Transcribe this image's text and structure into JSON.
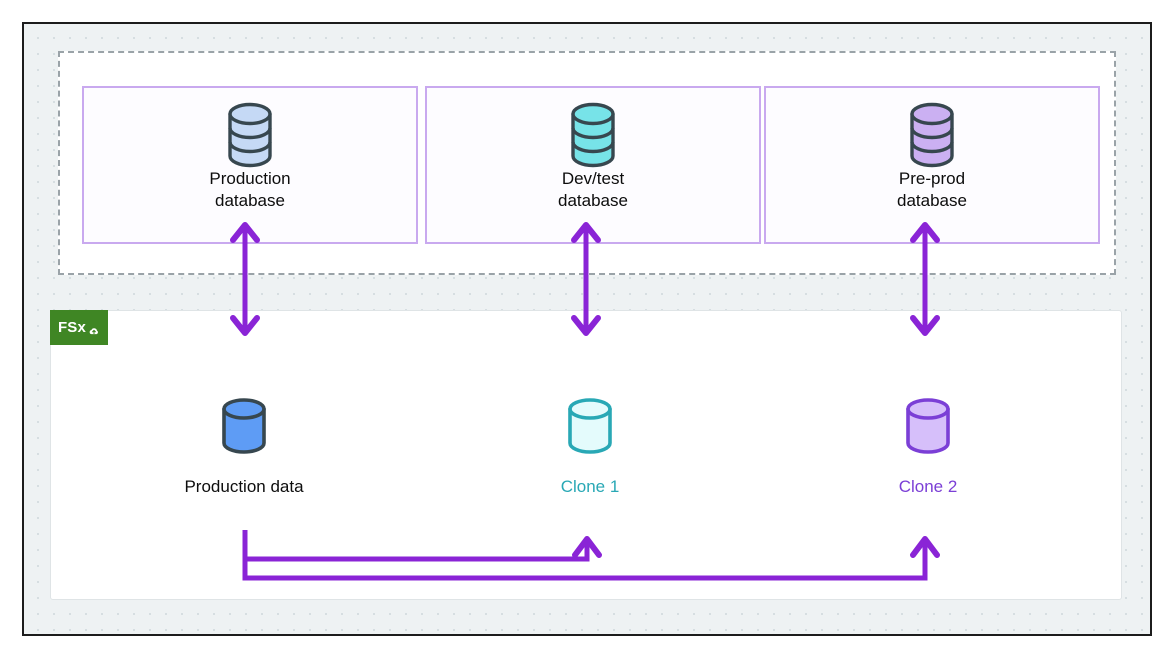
{
  "diagram": {
    "title": "Amazon FSx database cloning architecture",
    "outer_container": {
      "name": "diagram-canvas"
    },
    "dashed_group": {
      "name": "database-layer-group"
    },
    "colors": {
      "accent_purple": "#8A24D6",
      "panel_border_purple": "#c9a9ef",
      "dashed_border": "#9aa3a8",
      "outer_border": "#1c1c1c",
      "canvas_bg": "#eef2f3",
      "fsx_green": "#3f8624",
      "clone1_teal": "#29A8B5",
      "clone2_purple": "#7B3FD6",
      "prod_blue": "#5E9CF5",
      "icon_outline": "#37474F",
      "prod_db_fill": "#C5D9F5",
      "devtest_db_fill": "#77E3E8",
      "preprod_db_fill": "#CBB0F2"
    },
    "fsx_badge": {
      "label": "FSx",
      "icon": "fsx-cloud-mark"
    },
    "databases": [
      {
        "id": "production-database",
        "label": "Production\ndatabase",
        "icon": "database-stack-icon",
        "fill": "#C5D9F5",
        "outline": "#37474F",
        "text_color": "#0d0d0d"
      },
      {
        "id": "devtest-database",
        "label": "Dev/test\ndatabase",
        "icon": "database-stack-icon",
        "fill": "#77E3E8",
        "outline": "#37474F",
        "text_color": "#0d0d0d"
      },
      {
        "id": "preprod-database",
        "label": "Pre-prod\ndatabase",
        "icon": "database-stack-icon",
        "fill": "#CBB0F2",
        "outline": "#37474F",
        "text_color": "#0d0d0d"
      }
    ],
    "storage_volumes": [
      {
        "id": "production-data",
        "label": "Production data",
        "icon": "cylinder-icon",
        "fill": "#5E9CF5",
        "outline": "#37474F",
        "text_color": "#0d0d0d"
      },
      {
        "id": "clone-1",
        "label": "Clone 1",
        "icon": "cylinder-icon",
        "fill": "#E4FBFC",
        "outline": "#29A8B5",
        "text_color": "#29A8B5"
      },
      {
        "id": "clone-2",
        "label": "Clone 2",
        "icon": "cylinder-icon",
        "fill": "#D6BFFA",
        "outline": "#7B3FD6",
        "text_color": "#7B3FD6"
      }
    ],
    "connectors": {
      "vertical_bidirectional": [
        {
          "id": "prod-db-to-prod-data",
          "from": "production-database",
          "to": "production-data",
          "style": "double-arrow"
        },
        {
          "id": "devtest-db-to-clone-1",
          "from": "devtest-database",
          "to": "clone-1",
          "style": "double-arrow"
        },
        {
          "id": "preprod-db-to-clone-2",
          "from": "preprod-database",
          "to": "clone-2",
          "style": "double-arrow"
        }
      ],
      "clone_links": [
        {
          "id": "prod-data-to-clone-1",
          "from": "production-data",
          "to": "clone-1",
          "style": "elbow-arrow"
        },
        {
          "id": "prod-data-to-clone-2",
          "from": "production-data",
          "to": "clone-2",
          "style": "elbow-arrow"
        }
      ]
    }
  }
}
